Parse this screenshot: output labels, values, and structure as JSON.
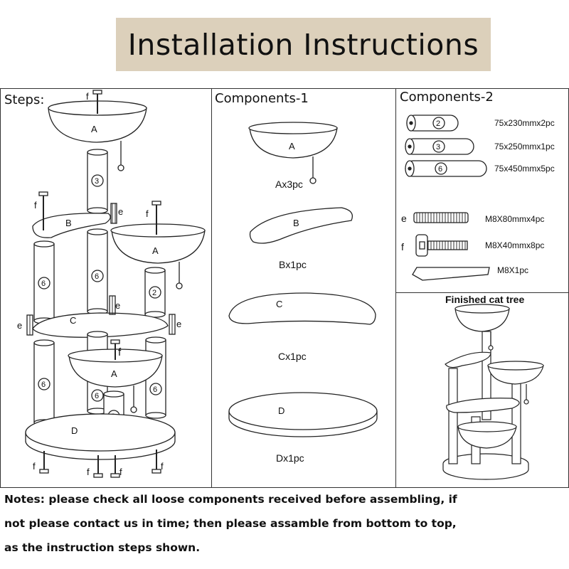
{
  "title": "Installation Instructions",
  "panels": {
    "steps": "Steps:",
    "components1": "Components-1",
    "components2": "Components-2",
    "finished": "Finished cat tree"
  },
  "parts": {
    "A": "A",
    "B": "B",
    "C": "C",
    "D": "D",
    "e": "e",
    "f": "f"
  },
  "tubes": {
    "n2": "2",
    "n3": "3",
    "n6": "6"
  },
  "components1": {
    "a_qty": "Ax3pc",
    "b_qty": "Bx1pc",
    "c_qty": "Cx1pc",
    "d_qty": "Dx1pc"
  },
  "components2": {
    "tube2_spec": "75x230mmx2pc",
    "tube3_spec": "75x250mmx1pc",
    "tube6_spec": "75x450mmx5pc",
    "bolt_e_spec": "M8X80mmx4pc",
    "bolt_f_spec": "M8X40mmx8pc",
    "wrench_spec": "M8X1pc"
  },
  "notes": [
    "Notes: please check all loose components received before assembling, if",
    "not please contact us in time; then please assamble from bottom to top,",
    "as the instruction steps shown."
  ]
}
